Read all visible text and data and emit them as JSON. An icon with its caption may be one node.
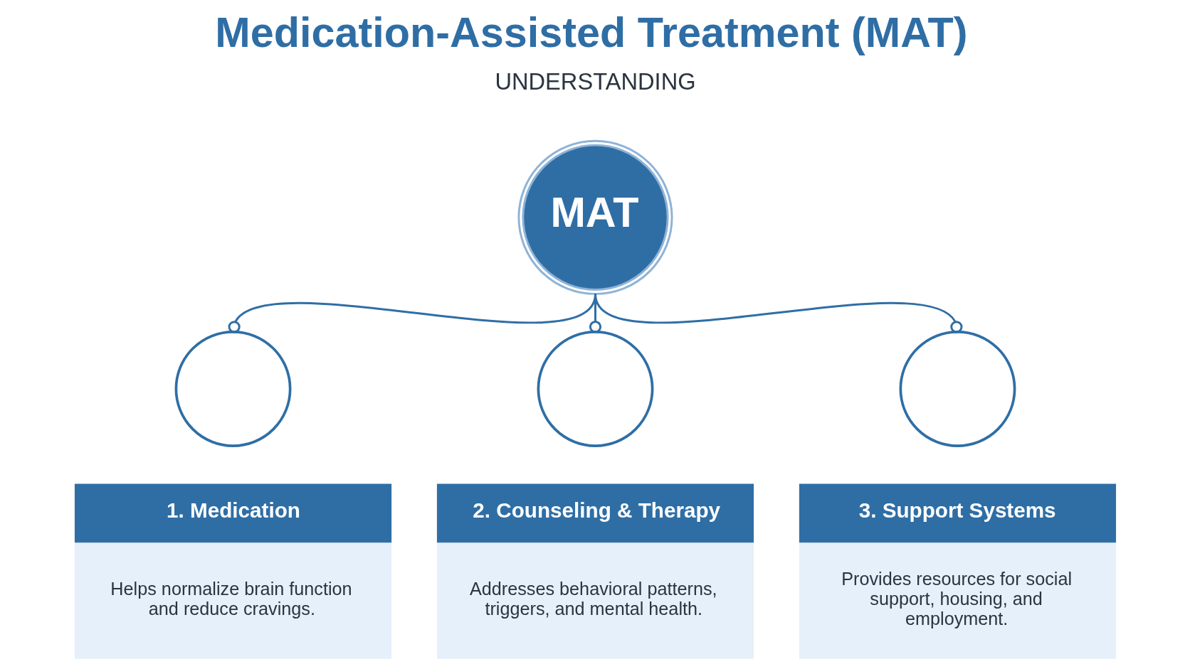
{
  "diagram": {
    "title": "Medication-Assisted Treatment (MAT)",
    "nodes": [
      {
        "text": [
          "MAT"
        ]
      },
      {
        "text": [],
        "shape": "circle"
      },
      {
        "text": [],
        "shape": "circle"
      },
      {
        "text": [],
        "shape": "circle"
      },
      {
        "text": [
          "1. Medication",
          "Helps normalize brain function and reduce cravings."
        ]
      },
      {
        "text": [
          "2. Counseling & Therapy",
          "Addresses behavioral patterns, triggers, and mental health."
        ]
      },
      {
        "text": [
          "3. Support Systems",
          "Provides resources for social support, housing, and employment."
        ]
      }
    ],
    "edges": [
      {
        "from": 0,
        "to": 1,
        "arrow": "other"
      },
      {
        "from": 0,
        "to": 2,
        "arrow": "other"
      },
      {
        "from": 0,
        "to": 3,
        "arrow": "other"
      }
    ],
    "labels": [
      "UNDERSTANDING"
    ]
  }
}
